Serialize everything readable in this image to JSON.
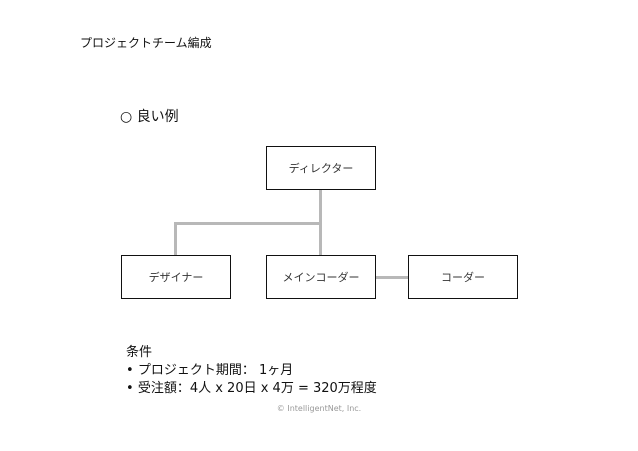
{
  "title": "プロジェクトチーム編成",
  "heading": "○ 良い例",
  "boxes": {
    "director": "ディレクター",
    "designer": "デザイナー",
    "main_coder": "メインコーダー",
    "coder": "コーダー"
  },
  "conditions": {
    "label": "条件",
    "items": [
      "プロジェクト期間： 1ヶ月",
      "受注額：4人 x 20日 x 4万 = 320万程度"
    ]
  },
  "copyright": "© IntelligentNet, Inc."
}
